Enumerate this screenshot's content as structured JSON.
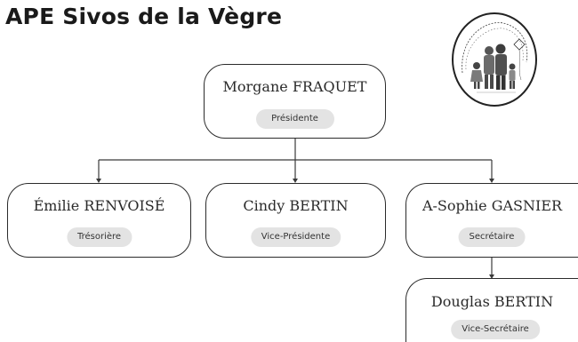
{
  "title": "APE Sivos de la Vègre",
  "org": {
    "president": {
      "name": "Morgane FRAQUET",
      "role": "Présidente"
    },
    "treasurer": {
      "name": "Émilie RENVOISÉ",
      "role": "Trésorière"
    },
    "vice_president": {
      "name": "Cindy BERTIN",
      "role": "Vice-Présidente"
    },
    "secretary": {
      "name": "A-Sophie GASNIER",
      "role": "Secrétaire"
    },
    "vice_secretary": {
      "name": "Douglas BERTIN",
      "role": "Vice-Secrétaire"
    }
  },
  "colors": {
    "line": "#3a3a3a",
    "badge": "#e3e3e3"
  }
}
